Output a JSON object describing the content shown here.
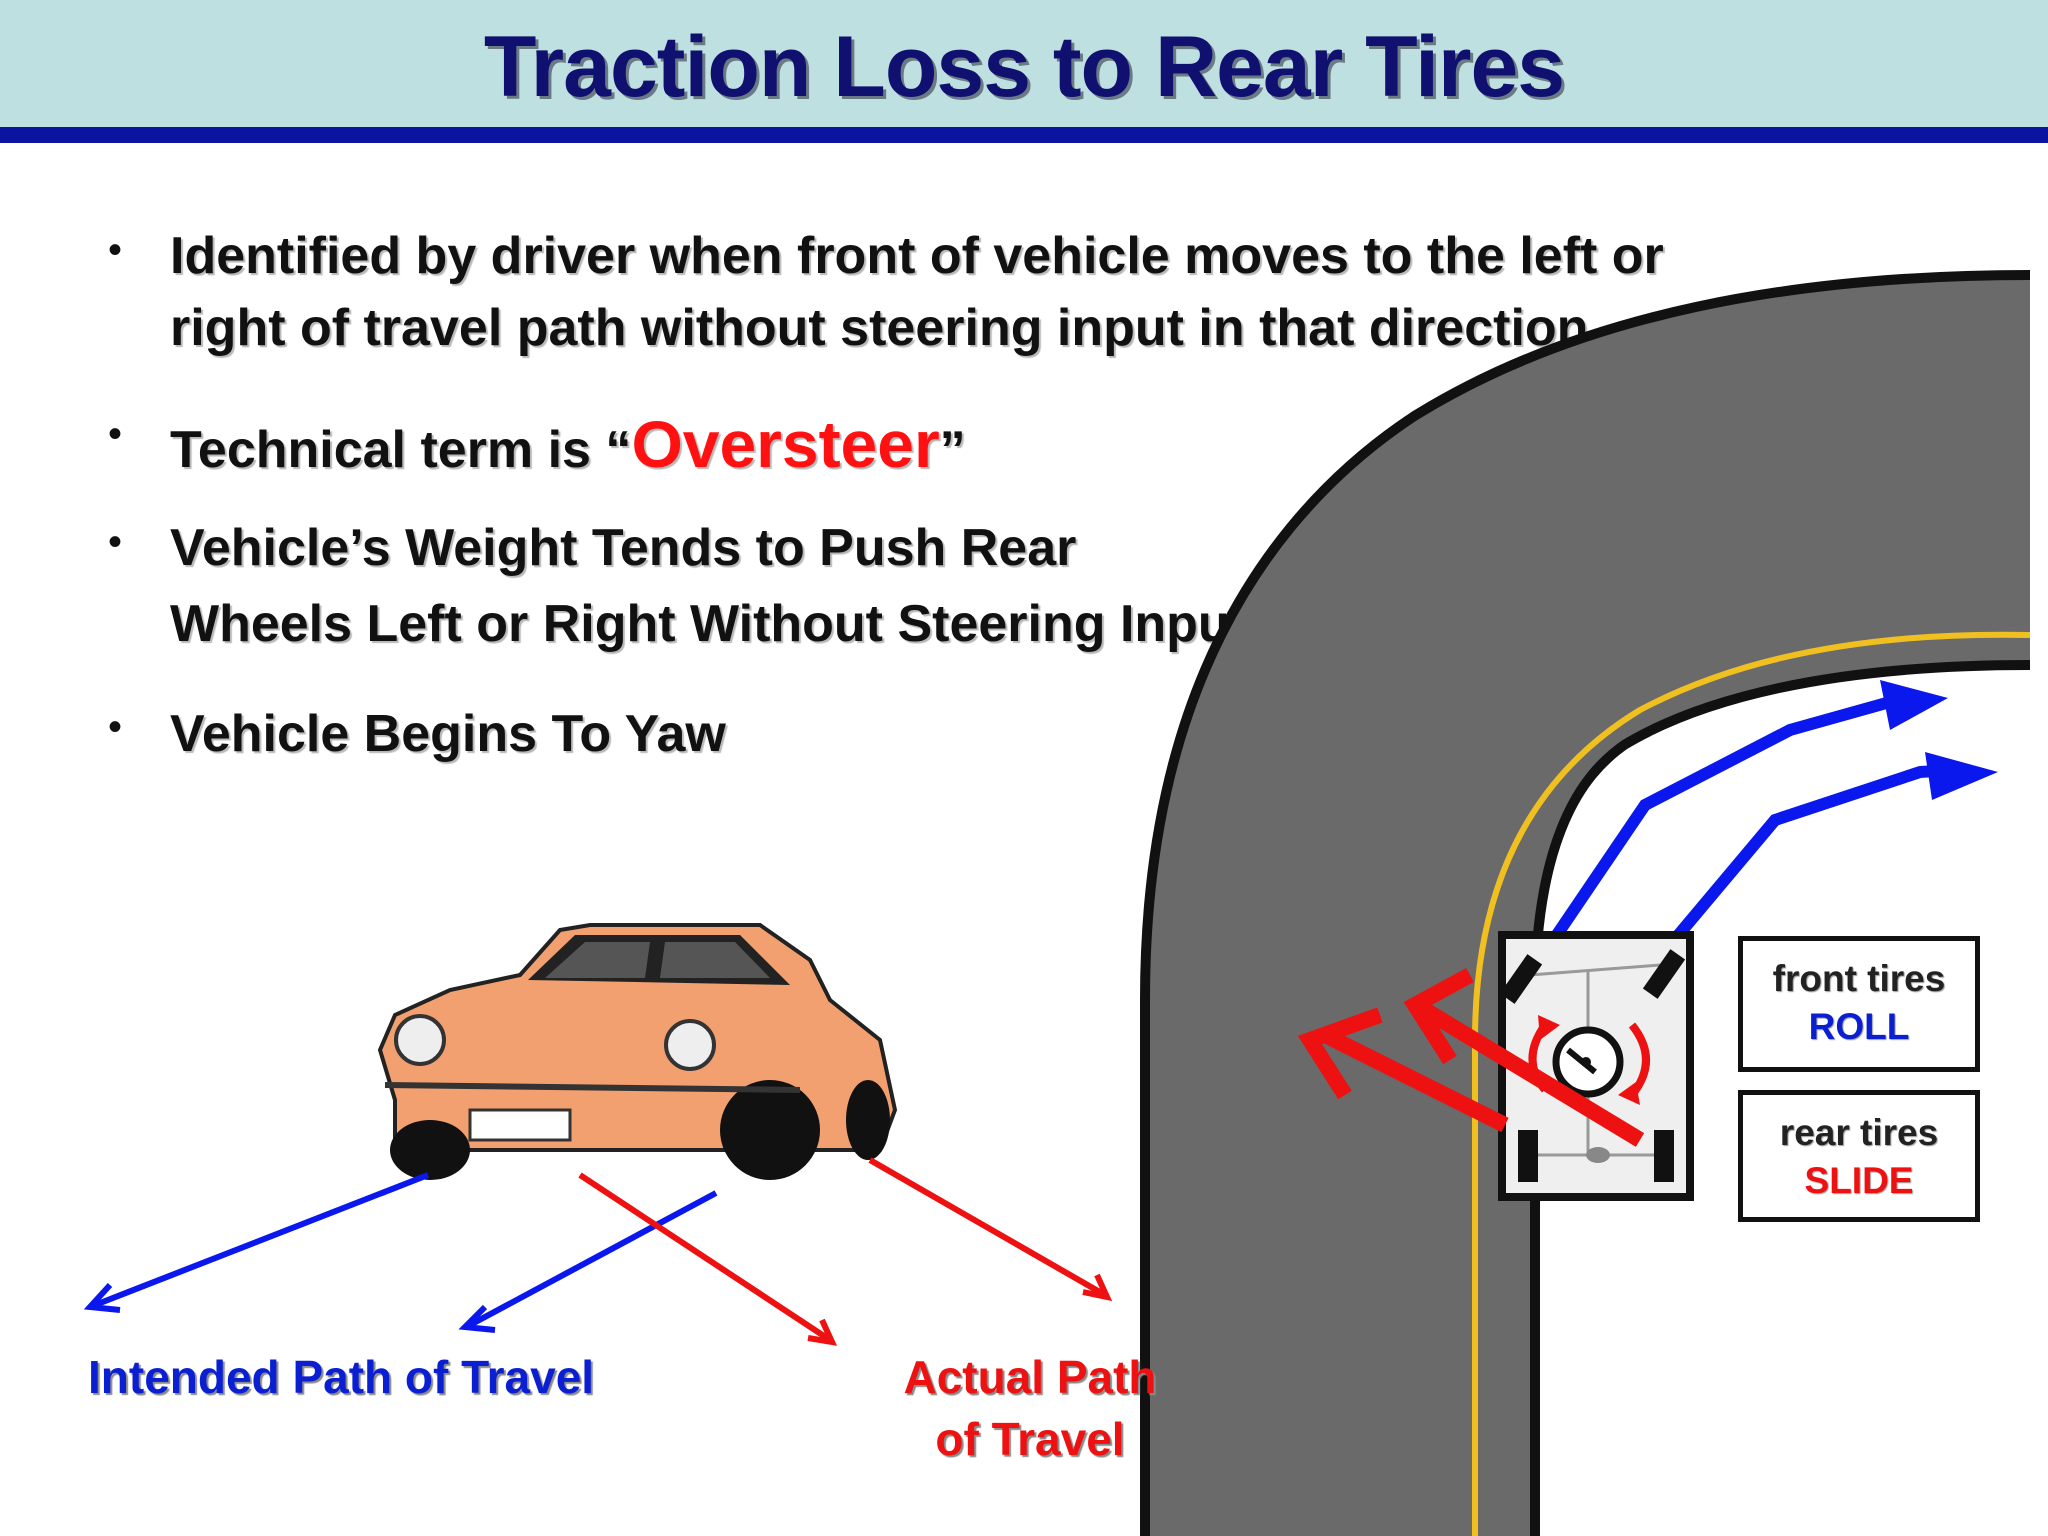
{
  "title": "Traction Loss to Rear Tires",
  "bullets": {
    "b1_line1": "Identified by driver when front of vehicle moves to the left or",
    "b1_line2": "right of travel path without steering input in that direction",
    "b2_pre": "Technical term is “",
    "b2_term": "Oversteer",
    "b2_post": "”",
    "b3_line1": "Vehicle’s Weight Tends to Push Rear",
    "b3_line2": "Wheels Left or Right Without Steering Input",
    "b4": "Vehicle Begins To Yaw",
    "marker": "•"
  },
  "labels": {
    "intended": "Intended Path of Travel",
    "actual_line1": "Actual Path",
    "actual_line2": "of Travel"
  },
  "legend": {
    "front_label": "front tires",
    "front_state": "ROLL",
    "rear_label": "rear tires",
    "rear_state": "SLIDE"
  },
  "colors": {
    "title_band": "#bfe0e0",
    "title_rule": "#0a14a0",
    "title_text": "#101070",
    "intended": "#0b1fd2",
    "actual": "#ee1111",
    "road": "#6a6a6a",
    "lane_line": "#f0c020",
    "car_body": "#f2a070"
  }
}
